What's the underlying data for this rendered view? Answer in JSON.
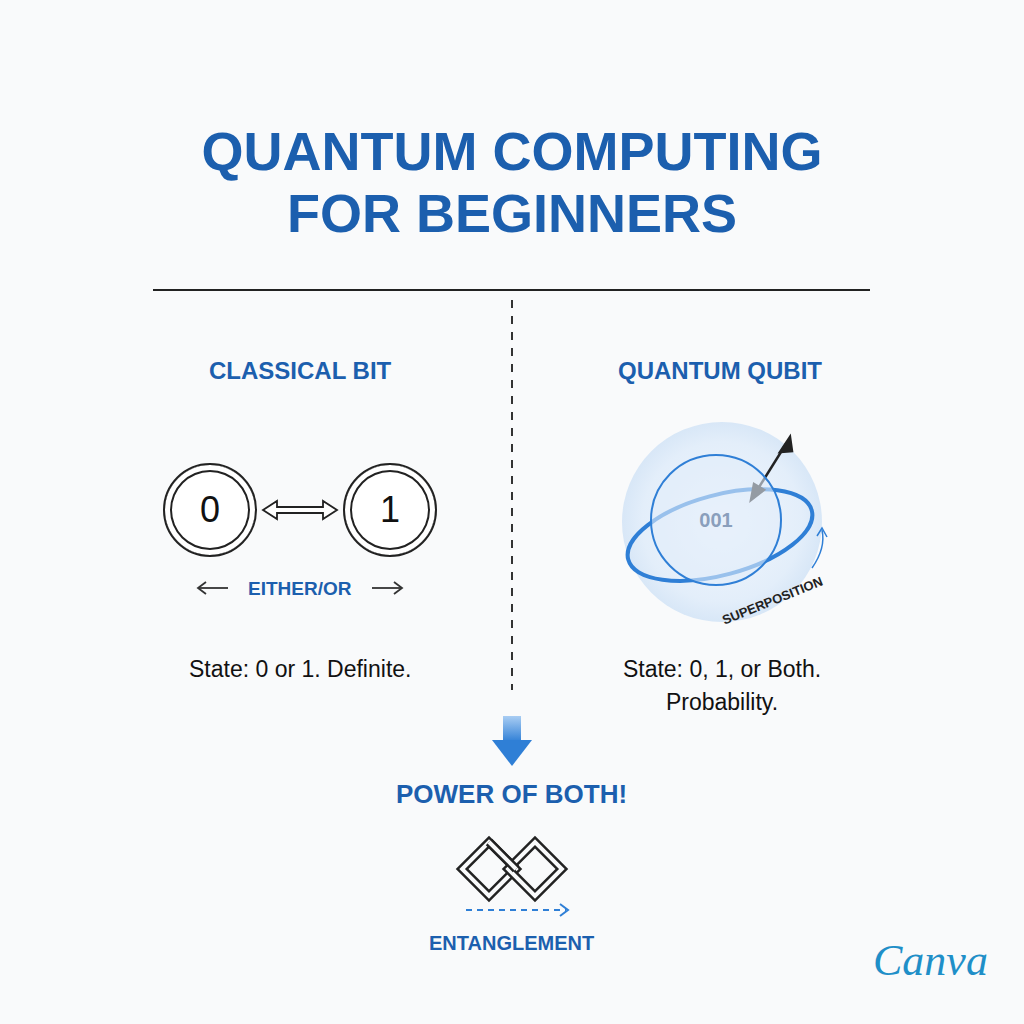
{
  "diagram": {
    "title": "QUANTUM COMPUTING FOR BEGINNERS",
    "nodes": [
      {
        "text": [
          "0"
        ]
      },
      {
        "text": [
          "1"
        ]
      },
      {
        "text": [
          "001"
        ]
      }
    ],
    "edges": [
      {
        "from": 0,
        "to": 1,
        "arrow": "both"
      }
    ],
    "labels": [
      "CLASSICAL BIT",
      "EITHER/OR",
      "State: 0 or 1. Definite.",
      "QUANTUM QUBIT",
      "SUPERPOSITION",
      "State: 0, 1, or Both. Probability.",
      "POWER OF BOTH!",
      "ENTANGLEMENT",
      "Canva"
    ]
  }
}
